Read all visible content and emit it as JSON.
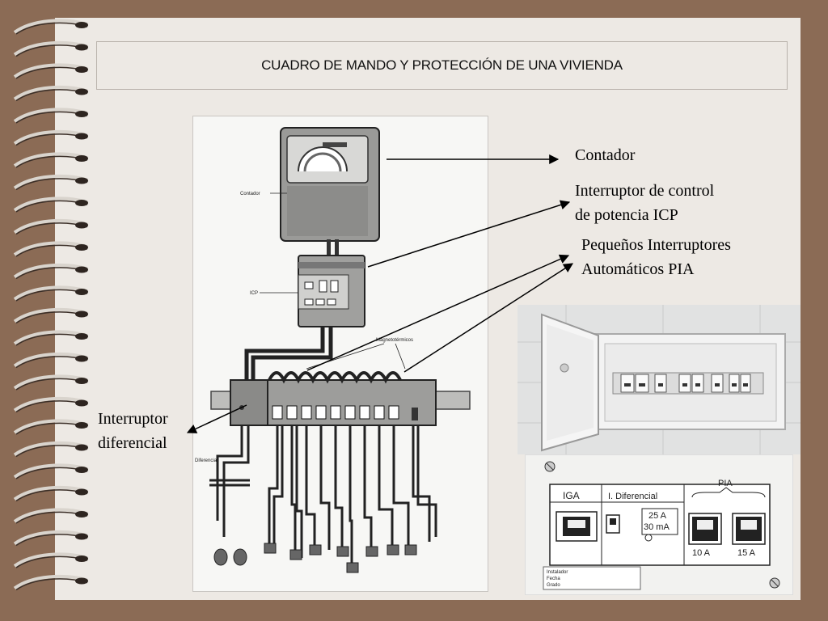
{
  "slide": {
    "title": "CUADRO DE MANDO Y PROTECCIÓN DE UNA VIVIENDA"
  },
  "callouts": {
    "contador": "Contador",
    "icp_line1": "Interruptor de control",
    "icp_line2": "de potencia  ICP",
    "pia_line1": "Pequeños Interruptores",
    "pia_line2": "Automáticos PIA",
    "diferencial_line1": "Interruptor",
    "diferencial_line2": "diferencial"
  },
  "diagram_labels": {
    "contador": "Contador",
    "icp": "ICP",
    "magnetotermicos": "Magnetotérmicos",
    "diferencial": "Diferencial"
  },
  "schematic": {
    "iga": "IGA",
    "diferencial": "I. Diferencial",
    "pia": "PIA",
    "rating_current": "25 A",
    "rating_sensitivity": "30 mA",
    "pia_1": "10 A",
    "pia_2": "15 A",
    "plate_line1": "Instalador",
    "plate_line2": "Fecha",
    "plate_line3": "Grado"
  }
}
